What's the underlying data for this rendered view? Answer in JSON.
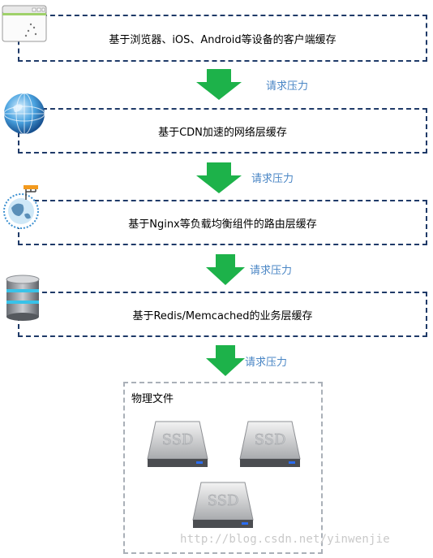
{
  "layers": [
    {
      "label": "基于浏览器、iOS、Android等设备的客户端缓存",
      "icon": "browser-window-icon"
    },
    {
      "label": "基于CDN加速的网络层缓存",
      "icon": "globe-network-icon"
    },
    {
      "label": "基于Nginx等负载均衡组件的路由层缓存",
      "icon": "router-globe-icon"
    },
    {
      "label": "基于Redis/Memcached的业务层缓存",
      "icon": "database-icon"
    }
  ],
  "pressure_label": "请求压力",
  "storage": {
    "title": "物理文件",
    "drive_label": "SSD"
  },
  "watermark": "http://blog.csdn.net/yinwenjie",
  "colors": {
    "layer_border": "#1f3a68",
    "arrow": "#1db24a",
    "pressure_text": "#4a86c5"
  }
}
